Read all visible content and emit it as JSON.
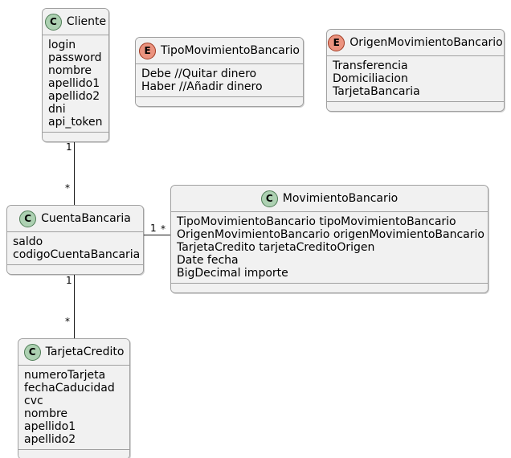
{
  "diagram": {
    "title": "UML Class Diagram",
    "colors": {
      "node_fill": "#F1F1F1",
      "node_border": "#A0A0A0",
      "class_icon_fill": "#ADD1B2",
      "class_icon_border": "#4E7C55",
      "enum_icon_fill": "#EB937F",
      "enum_icon_border": "#A13A22",
      "line": "#181818",
      "background": "#FFFFFF"
    }
  },
  "nodes": {
    "cliente": {
      "stereotype": "C",
      "icon_name": "class-icon",
      "name": "Cliente",
      "members": [
        "login",
        "password",
        "nombre",
        "apellido1",
        "apellido2",
        "dni",
        "api_token"
      ]
    },
    "tipo_movimiento": {
      "stereotype": "E",
      "icon_name": "enum-icon",
      "name": "TipoMovimientoBancario",
      "members": [
        "Debe //Quitar dinero",
        "Haber //Añadir dinero"
      ]
    },
    "origen_movimiento": {
      "stereotype": "E",
      "icon_name": "enum-icon",
      "name": "OrigenMovimientoBancario",
      "members": [
        "Transferencia",
        "Domiciliacion",
        "TarjetaBancaria"
      ]
    },
    "cuenta_bancaria": {
      "stereotype": "C",
      "icon_name": "class-icon",
      "name": "CuentaBancaria",
      "members": [
        "saldo",
        "codigoCuentaBancaria"
      ]
    },
    "movimiento_bancario": {
      "stereotype": "C",
      "icon_name": "class-icon",
      "name": "MovimientoBancario",
      "members": [
        "TipoMovimientoBancario tipoMovimientoBancario",
        "OrigenMovimientoBancario origenMovimientoBancario",
        "TarjetaCredito tarjetaCreditoOrigen",
        "Date fecha",
        "BigDecimal importe"
      ]
    },
    "tarjeta_credito": {
      "stereotype": "C",
      "icon_name": "class-icon",
      "name": "TarjetaCredito",
      "members": [
        "numeroTarjeta",
        "fechaCaducidad",
        "cvc",
        "nombre",
        "apellido1",
        "apellido2"
      ]
    }
  },
  "relations": {
    "cliente_cuenta": {
      "source_multiplicity": "1",
      "target_multiplicity": "*"
    },
    "cuenta_movimiento": {
      "source_multiplicity": "1",
      "target_multiplicity": "*"
    },
    "cuenta_tarjeta": {
      "source_multiplicity": "1",
      "target_multiplicity": "*"
    }
  }
}
